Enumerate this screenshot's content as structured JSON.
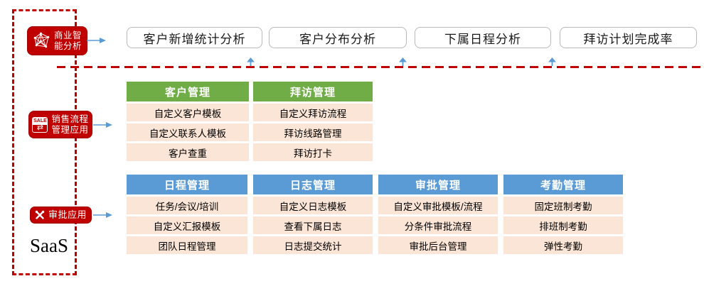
{
  "colors": {
    "accent_red": "#c00000",
    "green_header": "#70ad47",
    "blue_header": "#5b9bd5",
    "row_fill": "#fbe5d6",
    "arrow_blue": "#5b9bd5",
    "box_border": "#b9b9b9"
  },
  "saas_label": "SaaS",
  "badges": {
    "bi": {
      "line1": "商业智",
      "line2": "能分析",
      "icon": "network-graph-icon"
    },
    "sales": {
      "line1": "销售流程",
      "line2": "管理应用",
      "icon": "sale-icon",
      "icon_text": "SALE",
      "icon_glyph": "⇄"
    },
    "approval": {
      "label": "审批应用",
      "icon": "crossed-tools-icon"
    }
  },
  "analysis_boxes": [
    "客户新增统计分析",
    "客户分布分析",
    "下属日程分析",
    "拜访计划完成率"
  ],
  "tables": [
    {
      "title": "客户管理",
      "theme": "green",
      "rows": [
        "自定义客户模板",
        "自定义联系人模板",
        "客户查重"
      ]
    },
    {
      "title": "拜访管理",
      "theme": "green",
      "rows": [
        "自定义拜访流程",
        "拜访线路管理",
        "拜访打卡"
      ]
    },
    {
      "title": "日程管理",
      "theme": "blue",
      "rows": [
        "任务/会议/培训",
        "自定义汇报模板",
        "团队日程管理"
      ]
    },
    {
      "title": "日志管理",
      "theme": "blue",
      "rows": [
        "自定义日志模板",
        "查看下属日志",
        "日志提交统计"
      ]
    },
    {
      "title": "审批管理",
      "theme": "blue",
      "rows": [
        "自定义审批模板/流程",
        "分条件审批流程",
        "审批后台管理"
      ]
    },
    {
      "title": "考勤管理",
      "theme": "blue",
      "rows": [
        "固定班制考勤",
        "排班制考勤",
        "弹性考勤"
      ]
    }
  ]
}
